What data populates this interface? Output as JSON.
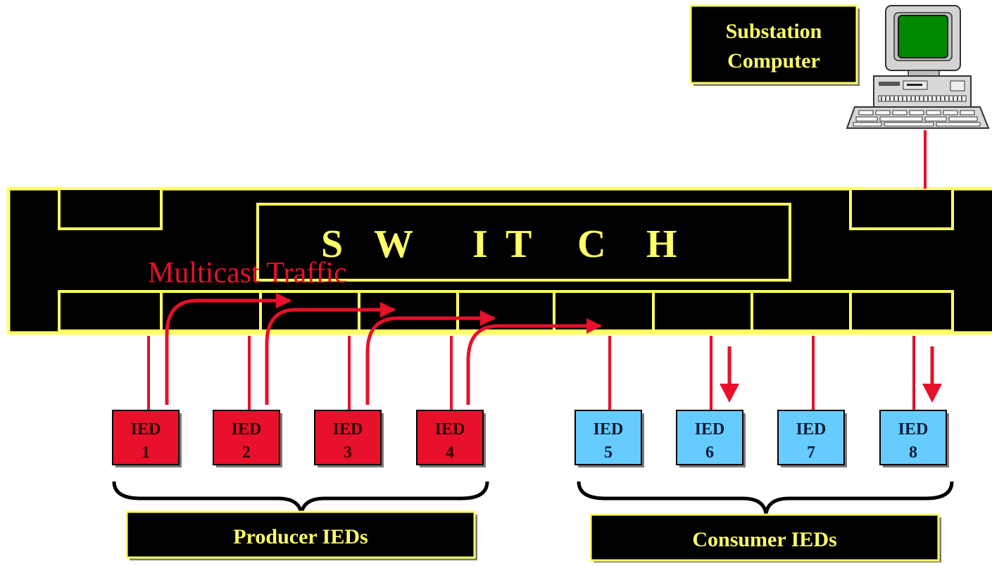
{
  "switch": {
    "label": "S W I T C H",
    "letters": [
      "S",
      "W",
      "I",
      "T",
      "C",
      "H"
    ]
  },
  "computer": {
    "label_line1": "Substation",
    "label_line2": "Computer"
  },
  "traffic_label": "Multicast Traffic",
  "ieds": [
    {
      "line1": "IED",
      "line2": "1",
      "role": "producer"
    },
    {
      "line1": "IED",
      "line2": "2",
      "role": "producer"
    },
    {
      "line1": "IED",
      "line2": "3",
      "role": "producer"
    },
    {
      "line1": "IED",
      "line2": "4",
      "role": "producer"
    },
    {
      "line1": "IED",
      "line2": "5",
      "role": "consumer"
    },
    {
      "line1": "IED",
      "line2": "6",
      "role": "consumer"
    },
    {
      "line1": "IED",
      "line2": "7",
      "role": "consumer"
    },
    {
      "line1": "IED",
      "line2": "8",
      "role": "consumer"
    }
  ],
  "groups": {
    "producer_label": "Producer IEDs",
    "consumer_label": "Consumer IEDs"
  },
  "colors": {
    "producer_fill": "#e8102a",
    "consumer_fill": "#66ccff",
    "switch_fill": "#000000",
    "switch_border": "#ffff66",
    "switch_text": "#ffff66",
    "link": "#e8102a",
    "ied_text_producer": "#2a0000",
    "ied_text_consumer": "#0a1a3a"
  }
}
